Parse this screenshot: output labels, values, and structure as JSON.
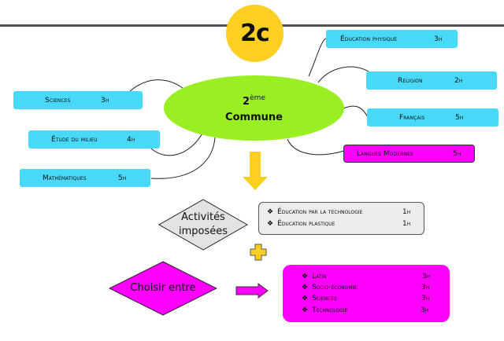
{
  "title_badge": "2c",
  "center": {
    "line1_main": "2",
    "line1_sup": "ème",
    "line2": "Commune"
  },
  "subjects_left": [
    {
      "name": "Sciences",
      "hours": "3h"
    },
    {
      "name": "Étude du milieu",
      "hours": "4h"
    },
    {
      "name": "Mathématiques",
      "hours": "5h"
    }
  ],
  "subjects_right": [
    {
      "name": "Éducation physique",
      "hours": "3h"
    },
    {
      "name": "Religion",
      "hours": "2h"
    },
    {
      "name": "Français",
      "hours": "5h"
    },
    {
      "name": "Langues Modernes",
      "hours": "5h"
    }
  ],
  "imposed": {
    "label_line1": "Activités",
    "label_line2": "imposées",
    "items": [
      {
        "bullet": "❖",
        "name": "Éducation par la technologie",
        "hours": "1h"
      },
      {
        "bullet": "❖",
        "name": "Éducation plastique",
        "hours": "1h"
      }
    ]
  },
  "choice": {
    "label": "Choisir entre",
    "items": [
      {
        "bullet": "❖",
        "name": "Latin",
        "hours": "3h"
      },
      {
        "bullet": "❖",
        "name": "Socio-économie",
        "hours": "3h"
      },
      {
        "bullet": "❖",
        "name": "Sciences",
        "hours": "3h"
      },
      {
        "bullet": "❖",
        "name": "Technologie",
        "hours": "3h"
      }
    ]
  },
  "colors": {
    "badge": "#fccf22",
    "center": "#9aef22",
    "subject": "#48d8f8",
    "optional": "#ff00ff",
    "imposed_box": "#ececec",
    "arrow": "#fccf22"
  }
}
